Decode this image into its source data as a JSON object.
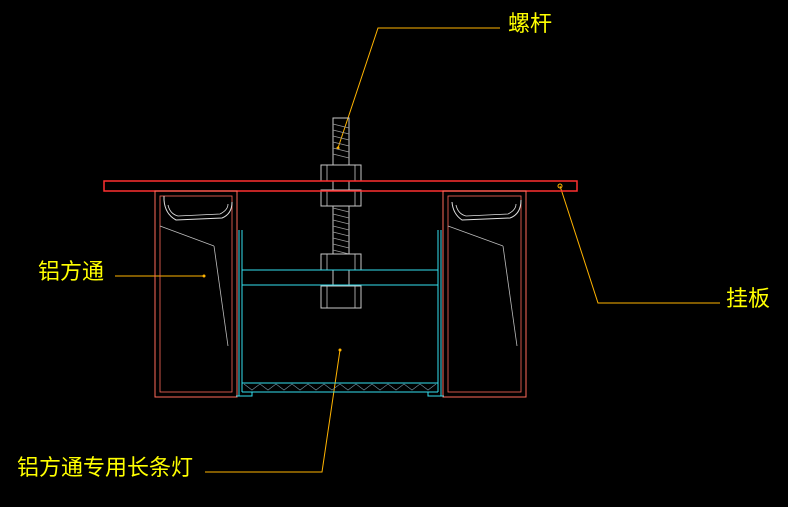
{
  "labels": {
    "bolt": "螺杆",
    "aluminum_tube": "铝方通",
    "hanging_plate": "挂板",
    "strip_light": "铝方通专用长条灯"
  },
  "colors": {
    "background": "#000000",
    "label_text": "#ffff00",
    "leader_line": "#ffb300",
    "hanging_plate": "#ff3030",
    "aluminum_tube": "#ff6a5a",
    "light_fixture": "#33e0f0",
    "bolt": "#c8c8c8",
    "inner_lines": "#d0d0d0"
  }
}
